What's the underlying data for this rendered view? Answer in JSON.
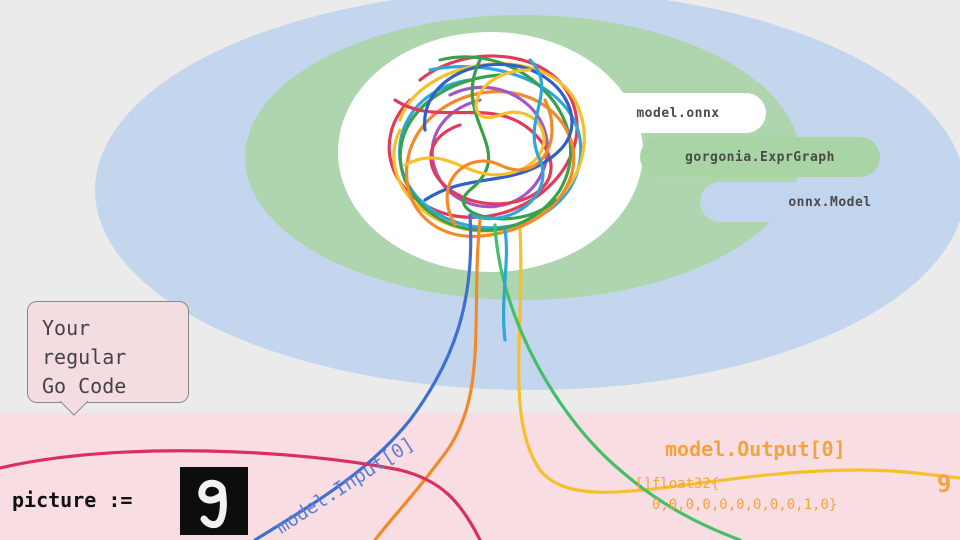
{
  "diagram": {
    "layers": {
      "outer": "onnx.Model",
      "middle": "gorgonia.ExprGraph",
      "inner": "model.onnx"
    },
    "bubble": {
      "text": "Your\nregular\nGo Code"
    },
    "input": {
      "picture_label": "picture :=",
      "input_label": "model.Input[0]",
      "digit_icon": "handwritten-digit-9-image"
    },
    "output": {
      "output_label": "model.Output[0]",
      "float_text": "[]float32{\n  0,0,0,0,0,0,0,0,0,1,0}",
      "result_digit": "9"
    },
    "colors": {
      "outer_layer": "#c4d6ee",
      "middle_layer": "#afd5ae",
      "inner_layer": "#ffffff",
      "bottom_band": "#f8dde2",
      "output_accent": "#f5a33c",
      "input_accent": "#5b7ed6"
    }
  }
}
